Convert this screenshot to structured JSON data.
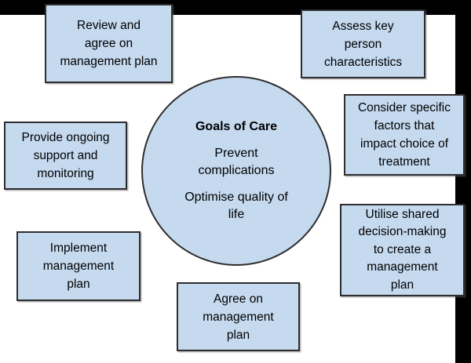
{
  "colors": {
    "background": "#ffffff",
    "frame": "#000000",
    "shape_fill": "#c5d9ef",
    "shape_border": "#2e2e2e",
    "text": "#000000"
  },
  "circle": {
    "title": "Goals of Care",
    "goals": [
      {
        "lines": [
          "Prevent",
          "complications"
        ]
      },
      {
        "lines": [
          "Optimise quality of",
          "life"
        ]
      }
    ]
  },
  "boxes": [
    {
      "name": "review-agree-management-plan",
      "lines": [
        "Review and",
        "agree on",
        "management plan"
      ]
    },
    {
      "name": "assess-key-person-characteristics",
      "lines": [
        "Assess key",
        "person",
        "characteristics"
      ]
    },
    {
      "name": "provide-ongoing-support-monitoring",
      "lines": [
        "Provide ongoing",
        "support and",
        "monitoring"
      ]
    },
    {
      "name": "consider-specific-factors",
      "lines": [
        "Consider specific",
        "factors that",
        "impact choice of",
        "treatment"
      ]
    },
    {
      "name": "utilise-shared-decision-making",
      "lines": [
        "Utilise shared",
        "decision-making",
        "to create a",
        "management",
        "plan"
      ]
    },
    {
      "name": "implement-management-plan",
      "lines": [
        "Implement",
        "management",
        "plan"
      ]
    },
    {
      "name": "agree-on-management-plan",
      "lines": [
        "Agree on",
        "management",
        "plan"
      ]
    }
  ]
}
